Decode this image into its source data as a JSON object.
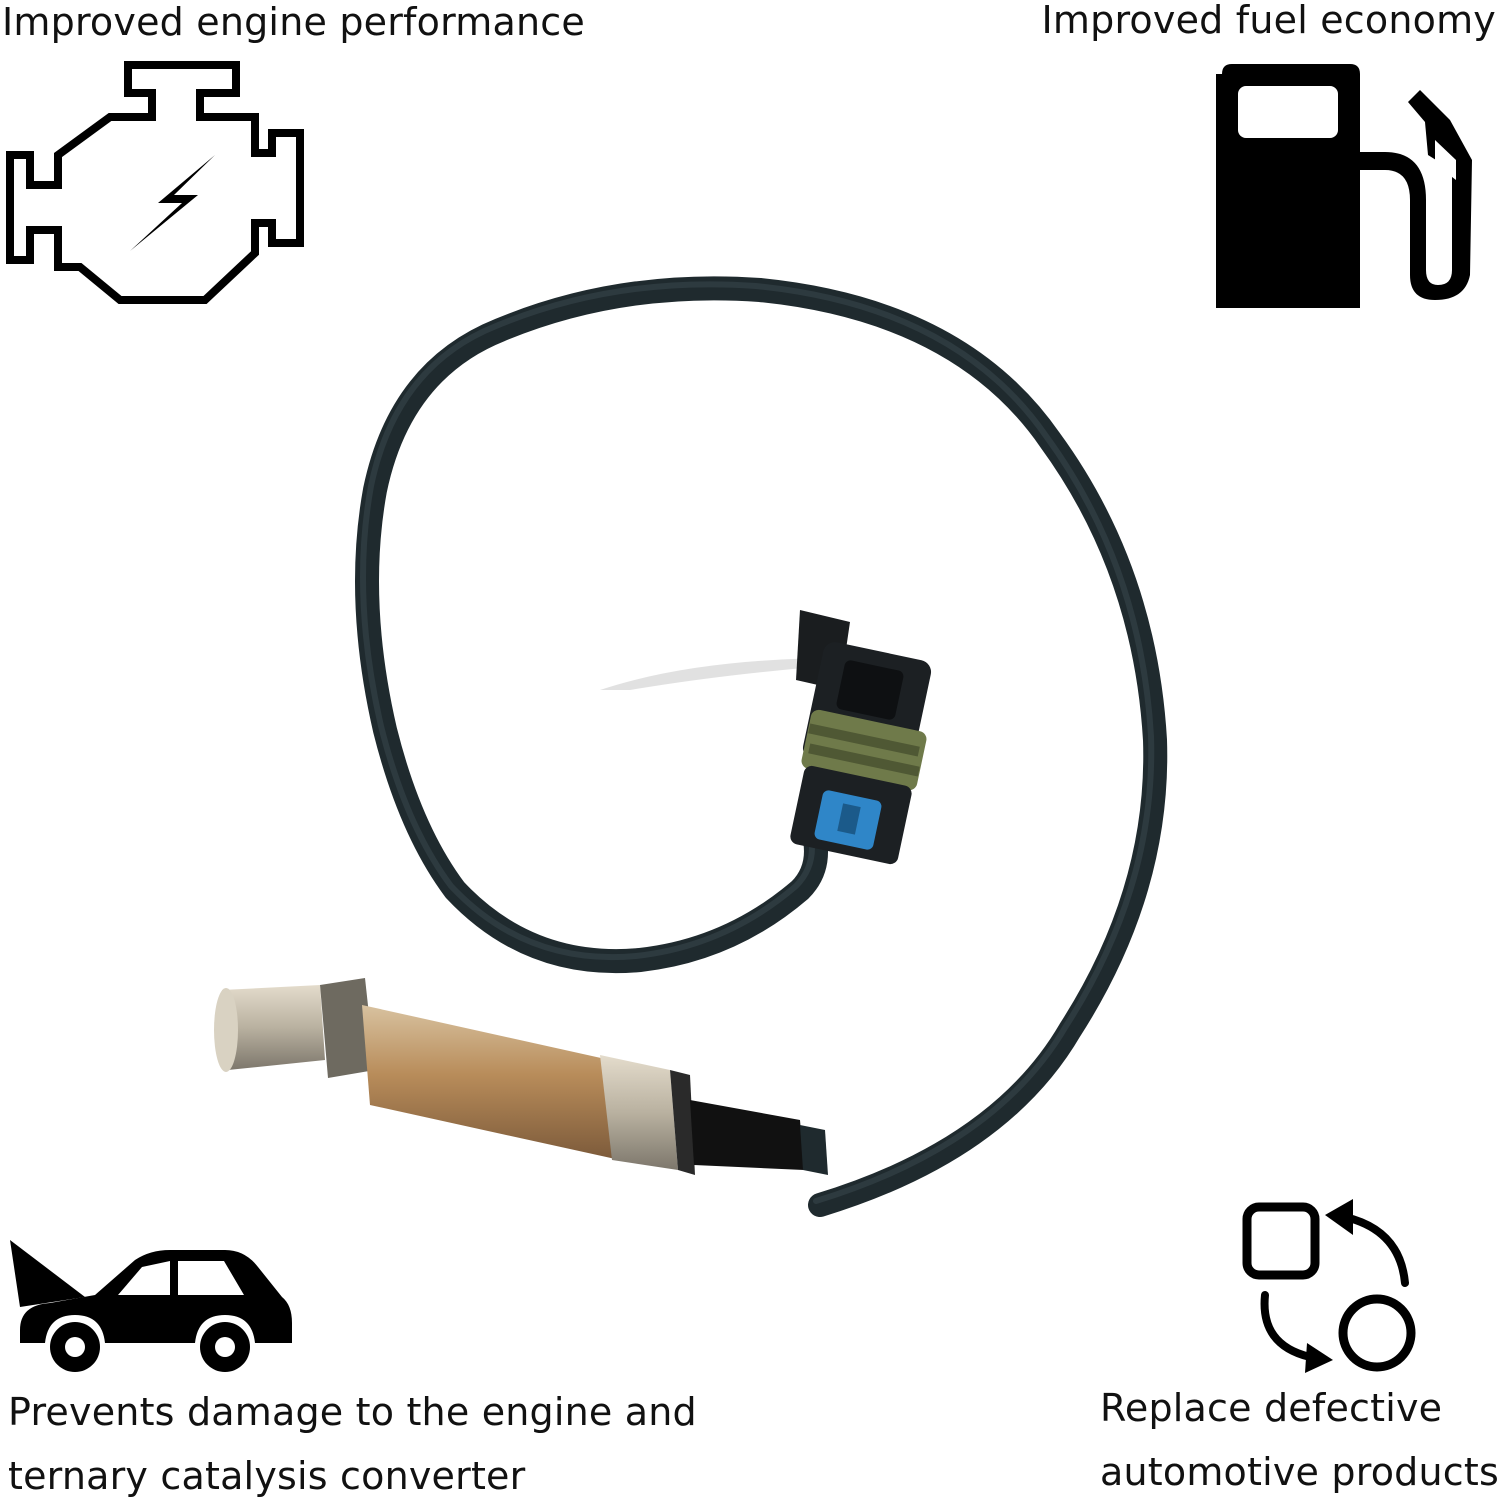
{
  "features": {
    "top_left": {
      "text": "Improved engine performance",
      "icon": "engine-check-icon"
    },
    "top_right": {
      "text": "Improved fuel economy",
      "icon": "fuel-pump-icon"
    },
    "bottom_left": {
      "line1": "Prevents damage to the engine and",
      "line2": "ternary catalysis converter",
      "icon": "car-hood-open-icon"
    },
    "bottom_right": {
      "line1": "Replace defective",
      "line2": "automotive products",
      "icon": "replace-cycle-icon"
    }
  },
  "product": {
    "image": "oxygen-sensor-with-cable-and-connector"
  },
  "colors": {
    "text": "#111111",
    "cable": "#1f2a2e",
    "connector_blue": "#2f86c8",
    "seal_green": "#6f7a4a",
    "sensor_metal": "#b48a5c"
  }
}
